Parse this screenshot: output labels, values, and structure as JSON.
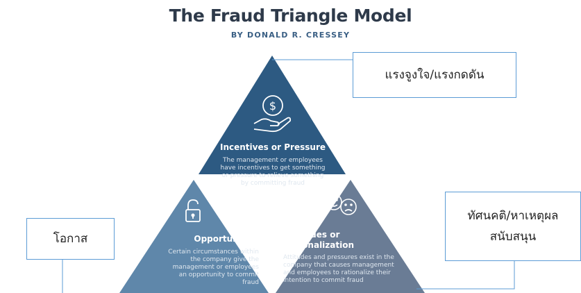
{
  "header": {
    "title": "The Fraud Triangle Model",
    "subtitle": "BY DONALD R. CRESSEY"
  },
  "triangles": {
    "top": {
      "heading": "Incentives or Pressure",
      "body": "The management or employees have incentives to get something or pressure to relieve something by committing fraud",
      "icon": "money-hand-icon",
      "color": "#2d5a82"
    },
    "left": {
      "heading": "Opportunities",
      "body": "Certain circumstances within the company give the management or employees an opportunity to commit fraud",
      "icon": "unlocked-padlock-icon",
      "color": "#5f87aa"
    },
    "right": {
      "heading": "Attitudes or Rationalization",
      "body": "Attitudes and pressures exist in the company that causes management and employees to rationalize their intention to commit fraud",
      "icon": "faces-icon",
      "color": "#6a7c95"
    }
  },
  "callouts": {
    "pressure": "แรงจูงใจ/แรงกดดัน",
    "opportunity": "โอกาส",
    "rationalization": "ทัศนคติ/หาเหตุผลสนับสนุน"
  },
  "colors": {
    "title": "#2e3a4a",
    "subtitle": "#3a5f84",
    "callout_border": "#5b9bd5"
  }
}
